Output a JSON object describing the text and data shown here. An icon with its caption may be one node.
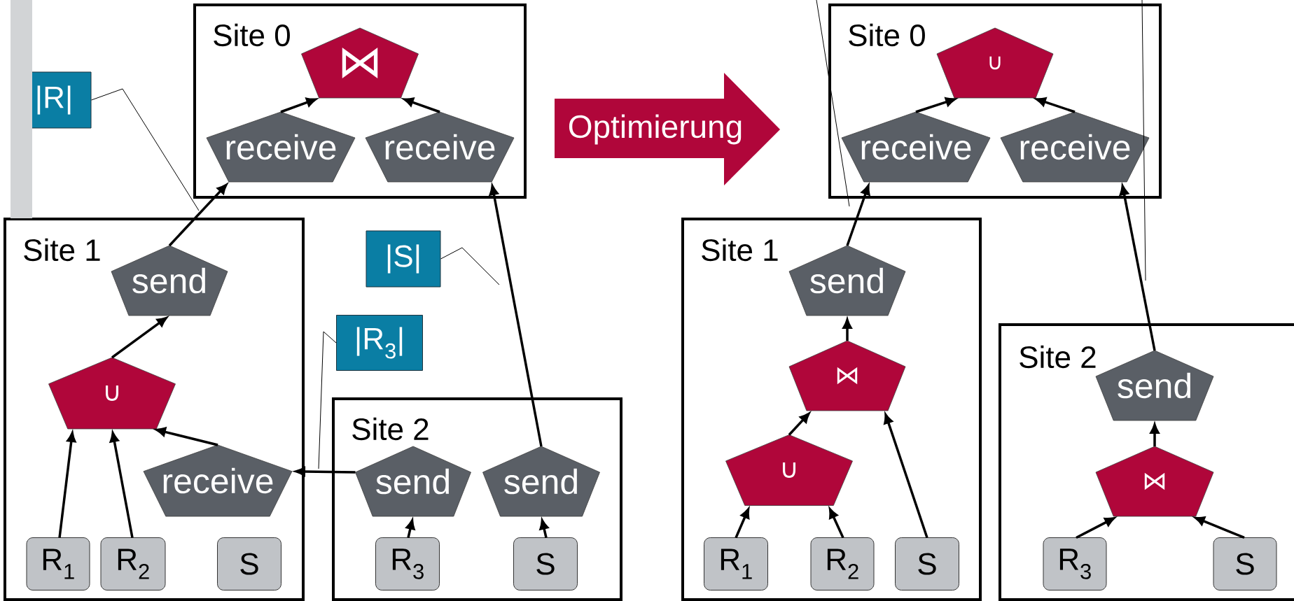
{
  "diagram": {
    "nodes": [
      {
        "text": [
          "Site 0"
        ]
      },
      {
        "text": [
          "⋈"
        ],
        "in": 0
      },
      {
        "text": [
          "receive"
        ],
        "in": 0
      },
      {
        "text": [
          "receive"
        ],
        "in": 0
      },
      {
        "text": [
          "Site 1"
        ]
      },
      {
        "text": [
          "send"
        ],
        "in": 4
      },
      {
        "text": [
          "∪"
        ],
        "in": 4
      },
      {
        "text": [
          "receive"
        ],
        "in": 4
      },
      {
        "text": [
          "R$_{1}$"
        ],
        "in": 4
      },
      {
        "text": [
          "R$_{2}$"
        ],
        "in": 4
      },
      {
        "text": [
          "S"
        ],
        "in": 4
      },
      {
        "text": [
          "Site 2"
        ]
      },
      {
        "text": [
          "send"
        ],
        "in": 11
      },
      {
        "text": [
          "send"
        ],
        "in": 11
      },
      {
        "text": [
          "R$_{3}$"
        ],
        "in": 11
      },
      {
        "text": [
          "S"
        ],
        "in": 11
      },
      {
        "text": [
          "|R|"
        ]
      },
      {
        "text": [
          "|S|"
        ]
      },
      {
        "text": [
          "|R$_{3}$|"
        ]
      },
      {
        "text": [
          "Optimierung"
        ]
      },
      {
        "text": [
          "Site 0"
        ]
      },
      {
        "text": [
          "∪"
        ],
        "in": 20
      },
      {
        "text": [
          "receive"
        ],
        "in": 20
      },
      {
        "text": [
          "receive"
        ],
        "in": 20
      },
      {
        "text": [
          "Site 1"
        ]
      },
      {
        "text": [
          "send"
        ],
        "in": 24
      },
      {
        "text": [
          "⋈"
        ],
        "in": 24
      },
      {
        "text": [
          "∪"
        ],
        "in": 24
      },
      {
        "text": [
          "R$_{1}$"
        ],
        "in": 24
      },
      {
        "text": [
          "R$_{2}$"
        ],
        "in": 24
      },
      {
        "text": [
          "S"
        ],
        "in": 24
      },
      {
        "text": [
          "Site 2"
        ]
      },
      {
        "text": [
          "send"
        ],
        "in": 31
      },
      {
        "text": [
          "⋈"
        ],
        "in": 31
      },
      {
        "text": [
          "R$_{3}$"
        ],
        "in": 31
      },
      {
        "text": [
          "S"
        ],
        "in": 31
      },
      {
        "text": [],
        "shape": "bar"
      }
    ],
    "edges": [
      {
        "from": 2,
        "to": 1,
        "arrow": "to"
      },
      {
        "from": 3,
        "to": 1,
        "arrow": "to"
      },
      {
        "from": 5,
        "to": 2,
        "arrow": "to"
      },
      {
        "from": 13,
        "to": 3,
        "arrow": "to"
      },
      {
        "from": 6,
        "to": 5,
        "arrow": "to"
      },
      {
        "from": 8,
        "to": 6,
        "arrow": "to"
      },
      {
        "from": 9,
        "to": 6,
        "arrow": "to"
      },
      {
        "from": 7,
        "to": 6,
        "arrow": "to"
      },
      {
        "from": 12,
        "to": 7,
        "arrow": "to"
      },
      {
        "from": 14,
        "to": 12,
        "arrow": "to"
      },
      {
        "from": 15,
        "to": 13,
        "arrow": "to"
      },
      {
        "from": 16,
        "to": 4,
        "arrow": "none"
      },
      {
        "from": 17,
        "to": null,
        "arrow": "none"
      },
      {
        "from": 18,
        "to": 11,
        "arrow": "none"
      },
      {
        "from": 22,
        "to": 21,
        "arrow": "to"
      },
      {
        "from": 23,
        "to": 21,
        "arrow": "to"
      },
      {
        "from": 25,
        "to": 22,
        "arrow": "to"
      },
      {
        "from": 32,
        "to": 23,
        "arrow": "to"
      },
      {
        "from": 26,
        "to": 25,
        "arrow": "to"
      },
      {
        "from": 27,
        "to": 26,
        "arrow": "to"
      },
      {
        "from": 30,
        "to": 26,
        "arrow": "to"
      },
      {
        "from": 28,
        "to": 27,
        "arrow": "to"
      },
      {
        "from": 29,
        "to": 27,
        "arrow": "to"
      },
      {
        "from": 33,
        "to": 32,
        "arrow": "to"
      },
      {
        "from": 34,
        "to": 33,
        "arrow": "to"
      },
      {
        "from": 35,
        "to": 33,
        "arrow": "to"
      },
      {
        "from": null,
        "to": 20,
        "arrow": "none"
      },
      {
        "from": null,
        "to": 20,
        "arrow": "none"
      }
    ]
  }
}
